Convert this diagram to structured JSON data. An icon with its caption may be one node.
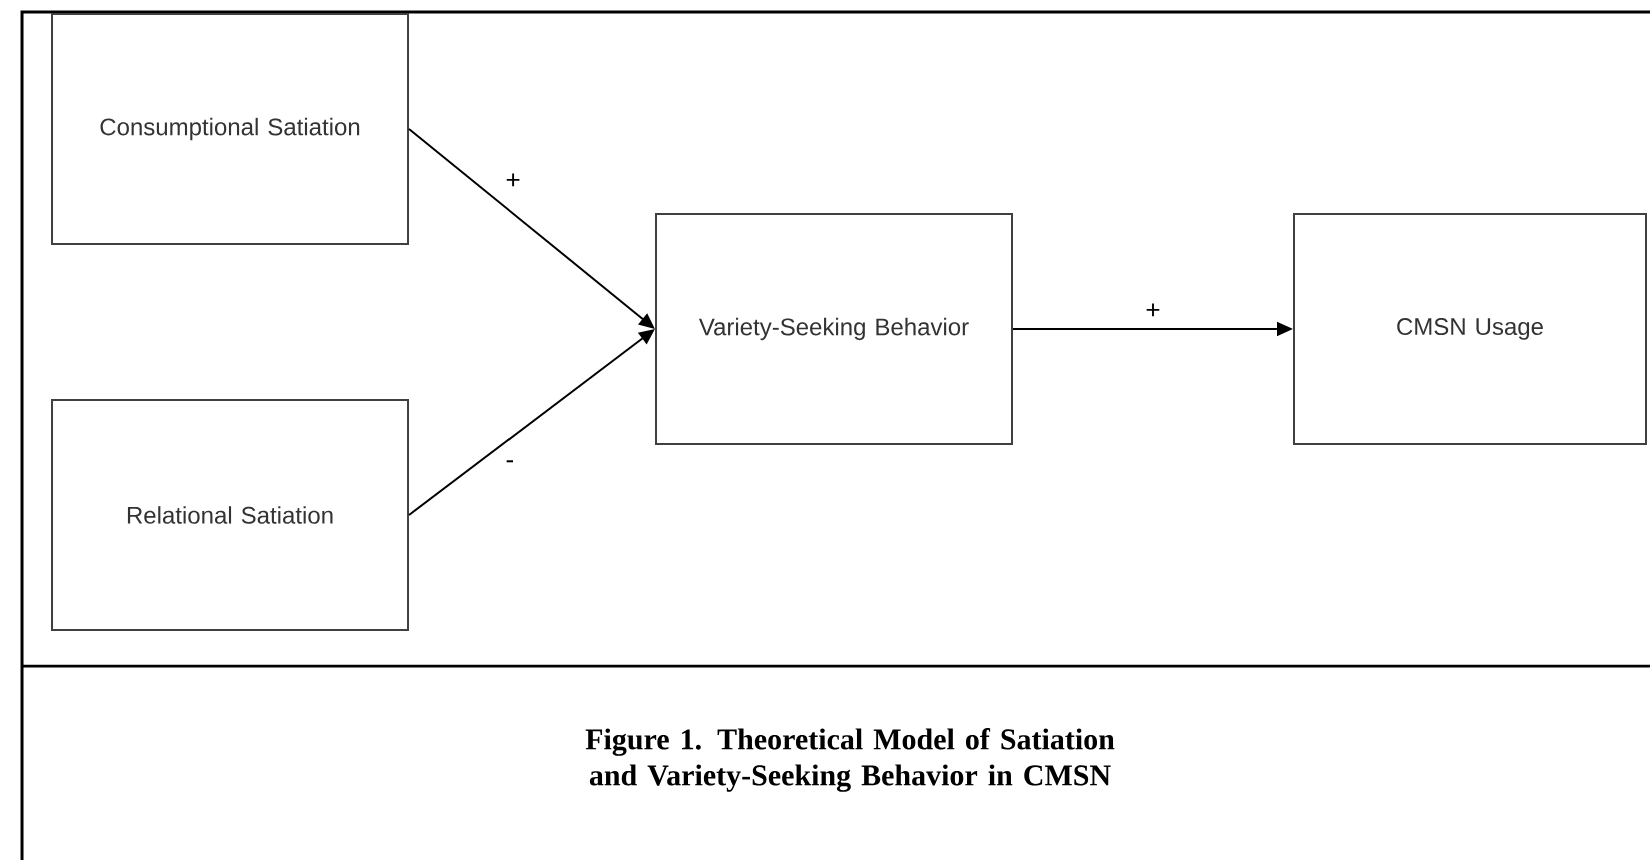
{
  "diagram": {
    "caption": "Figure 1. Theoretical Model of Satiation and Variety-Seeking Behavior in CMSN",
    "nodes": [
      {
        "text": [
          "Consumptional Satiation"
        ]
      },
      {
        "text": [
          "Relational Satiation"
        ]
      },
      {
        "text": [
          "Variety-Seeking Behavior"
        ]
      },
      {
        "text": [
          "CMSN Usage"
        ]
      }
    ],
    "edges": [
      {
        "from": 0,
        "to": 2,
        "arrow": "to",
        "label": "+"
      },
      {
        "from": 1,
        "to": 2,
        "arrow": "to",
        "label": "-"
      },
      {
        "from": 2,
        "to": 3,
        "arrow": "to",
        "label": "+"
      }
    ]
  }
}
